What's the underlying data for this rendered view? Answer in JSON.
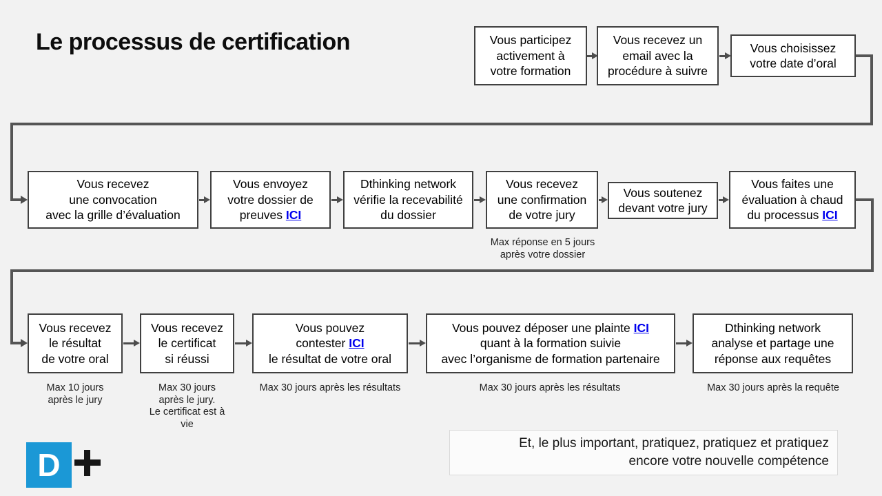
{
  "title": "Le processus de certification",
  "colors": {
    "background": "#f2f2f2",
    "box_background": "#ffffff",
    "box_border": "#404040",
    "connector": "#555555",
    "link": "#0000ee",
    "logo_blue": "#1b98d6"
  },
  "top_row": [
    {
      "text": "Vous participez\nactivement à\nvotre formation"
    },
    {
      "text": "Vous recevez un\nemail avec la\nprocédure à suivre"
    },
    {
      "text": "Vous choisissez\nvotre date d’oral"
    }
  ],
  "middle_row": [
    {
      "text": "Vous recevez\nune convocation\navec la grille d’évaluation"
    },
    {
      "text": "Vous envoyez\nvotre dossier de\npreuves ",
      "link": "ICI"
    },
    {
      "text": "Dthinking network\nvérifie la recevabilité\ndu dossier"
    },
    {
      "text": "Vous recevez\nune confirmation\nde votre jury",
      "note": "Max réponse en 5 jours\naprès votre dossier"
    },
    {
      "text": "Vous soutenez\ndevant votre jury"
    },
    {
      "text": "Vous faites une\névaluation à chaud\ndu processus ",
      "link": "ICI"
    }
  ],
  "bottom_row": [
    {
      "text": "Vous recevez\nle résultat\nde votre oral",
      "note": "Max 10 jours\naprès le jury"
    },
    {
      "text": "Vous recevez\nle certificat\nsi réussi",
      "note": "Max 30 jours\naprès le jury.\nLe certificat est à\nvie"
    },
    {
      "text": "Vous pouvez\ncontester ",
      "link": "ICI",
      "after": "\nle résultat de votre oral",
      "note": "Max 30 jours après les résultats"
    },
    {
      "text": "Vous pouvez déposer une plainte ",
      "link": "ICI",
      "after": "\nquant à la formation suivie\navec l’organisme de formation partenaire",
      "note": "Max 30 jours après les résultats"
    },
    {
      "text": "Dthinking network\nanalyse et partage une\nréponse aux requêtes",
      "note": "Max 30 jours après la requête"
    }
  ],
  "footer": {
    "practice_note": "Et, le plus important, pratiquez, pratiquez et pratiquez\nencore votre nouvelle compétence",
    "logo": {
      "letter": "D",
      "plus": "+"
    }
  }
}
